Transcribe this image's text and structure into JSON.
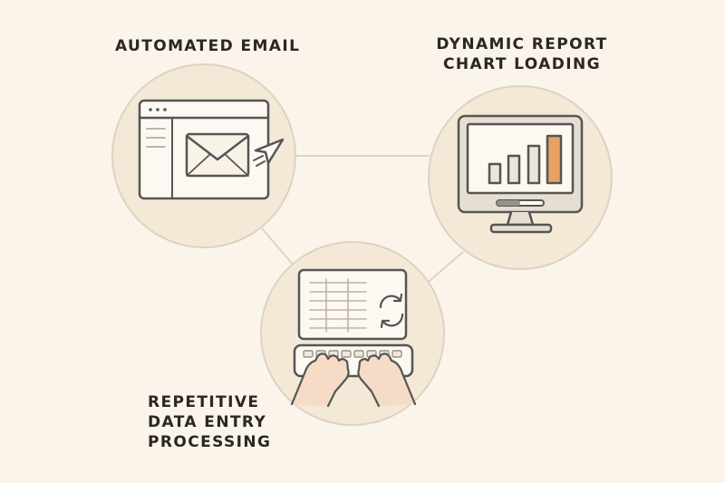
{
  "nodes": {
    "email": {
      "lines": [
        "AUTOMATED EMAIL"
      ]
    },
    "report": {
      "lines": [
        "DYNAMIC REPORT",
        "CHART LOADING"
      ]
    },
    "data_entry": {
      "lines": [
        "REPETITIVE",
        "DATA ENTRY",
        "PROCESSING"
      ]
    }
  },
  "icons": {
    "email": "envelope-in-browser-window-icon",
    "report": "bar-chart-monitor-icon",
    "data_entry": "spreadsheet-keyboard-hands-icon"
  },
  "colors": {
    "background": "#fbf4ea",
    "circle_fill": "#f4e8d6",
    "circle_stroke": "#ddd2c4",
    "line": "#555555",
    "accent_orange": "#e9a064",
    "connector": "#ddd4c8"
  }
}
